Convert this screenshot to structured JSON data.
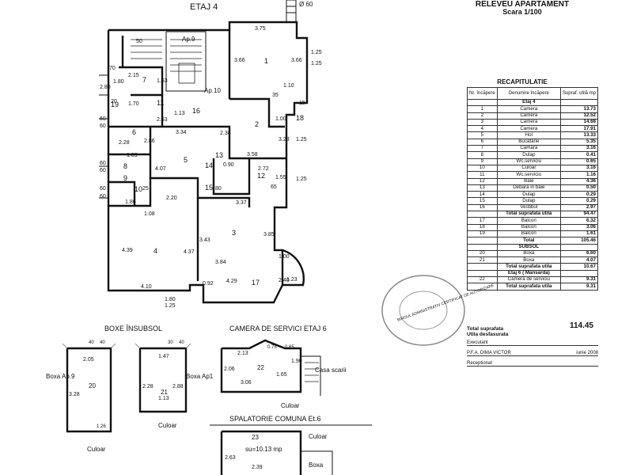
{
  "header": {
    "title": "RELEVEU APARTAMENT",
    "scale": "Scara 1/100"
  },
  "plan": {
    "floor_title": "ETAJ 4",
    "pipe_label": "Ø 60",
    "ap9": "Ap.9",
    "ap10": "Ap.10",
    "room_numbers": [
      "1",
      "2",
      "3",
      "4",
      "5",
      "6",
      "7",
      "8",
      "9",
      "10",
      "11",
      "12",
      "13",
      "14",
      "15",
      "16",
      "17",
      "18",
      "19"
    ],
    "dims": [
      "3.75",
      "3.66",
      "3.66",
      "1.10",
      "1.25",
      "2.80",
      "2.15",
      "1.53",
      "1.80",
      "1.70",
      "2.63",
      "1.13",
      "3.34",
      "2.86",
      "2.28",
      "1.89",
      "4.07",
      "2.38",
      "1.00",
      "3.23",
      "3.58",
      "2.72",
      "1.55",
      "1.25",
      "1.25",
      "1.86",
      "2.20",
      "1.08",
      "3.37",
      "3.43",
      "3.85",
      "4.39",
      "4.37",
      "3.84",
      "4.29",
      "4.10",
      "1.80",
      "1.25",
      "2.40",
      "1.23",
      "1.00",
      "0.92",
      "0.90",
      "60",
      "60",
      "60",
      "60",
      "60",
      "60",
      "70",
      "35",
      "25",
      "65",
      "1.25",
      "15",
      "50",
      "80",
      "20"
    ]
  },
  "boxe": {
    "title": "BOXE ÎNSUBSOL",
    "box20": {
      "label": "Boxa Ap.9",
      "num": "20",
      "dims": [
        "2.05",
        "3.28",
        "40",
        "40",
        "1.26"
      ],
      "corridor": "Culoar"
    },
    "box21": {
      "label": "Boxa Ap1",
      "num": "21",
      "dims": [
        "1.47",
        "2.28",
        "2.88",
        "1.13",
        "30",
        "40"
      ],
      "corridor": "Culoar"
    }
  },
  "camera": {
    "title": "CAMERA DE SERVICI ETAJ 6",
    "num": "22",
    "dims": [
      "2.13",
      "2.06",
      "1.90",
      "3.06",
      "1.65",
      "0.75",
      "0.65"
    ],
    "stairs": "Casa scarii",
    "corridor": "Culoar"
  },
  "spalatorie": {
    "title": "SPALATORIE COMUNA Et.6",
    "num": "23",
    "area": "su=10.13 mp",
    "dims": [
      "2.63",
      "2.39"
    ],
    "corridor": "Culoar",
    "box": "Boxa"
  },
  "recap": {
    "title": "RECAPITULATIE",
    "col_nr": "Nr. încăpere",
    "col_name": "Denumire încăpere",
    "col_area": "Supraf. utilă mp",
    "etaj4": "Etaj 4",
    "rows": [
      {
        "nr": "1",
        "name": "Camera",
        "val": "13.73"
      },
      {
        "nr": "2",
        "name": "Camera",
        "val": "12.52"
      },
      {
        "nr": "3",
        "name": "Camera",
        "val": "14.68"
      },
      {
        "nr": "4",
        "name": "Camera",
        "val": "17.91"
      },
      {
        "nr": "5",
        "name": "Hol",
        "val": "13.33"
      },
      {
        "nr": "6",
        "name": "Bucatarie",
        "val": "5.35"
      },
      {
        "nr": "7",
        "name": "Camara",
        "val": "3.16"
      },
      {
        "nr": "8",
        "name": "Dulap",
        "val": "0.41"
      },
      {
        "nr": "9",
        "name": "Wc.serviciu",
        "val": "0.65"
      },
      {
        "nr": "10",
        "name": "Culoar",
        "val": "3.16"
      },
      {
        "nr": "11",
        "name": "Wc.serviciu",
        "val": "1.16"
      },
      {
        "nr": "12",
        "name": "Baie",
        "val": "4.36"
      },
      {
        "nr": "13",
        "name": "Debara in baie",
        "val": "0.50"
      },
      {
        "nr": "14",
        "name": "Dulap",
        "val": "0.29"
      },
      {
        "nr": "15",
        "name": "Dulap",
        "val": "0.29"
      },
      {
        "nr": "16",
        "name": "Vestibul",
        "val": "2.97"
      }
    ],
    "total1_label": "Total suprafata utila",
    "total1": "94.47",
    "balcony_rows": [
      {
        "nr": "17",
        "name": "Balcon",
        "val": "6.32"
      },
      {
        "nr": "18",
        "name": "Balcon",
        "val": "3.06"
      },
      {
        "nr": "19",
        "name": "Balcon",
        "val": "1.61"
      }
    ],
    "total2_label": "Total",
    "total2": "105.46",
    "subsol": "SUBSOL",
    "subsol_rows": [
      {
        "nr": "20",
        "name": "Boxa",
        "val": "6.60"
      },
      {
        "nr": "21",
        "name": "Boxa",
        "val": "4.07"
      }
    ],
    "total3_label": "Total suprafata utila",
    "total3": "10.67",
    "etaj6": "Etaj 6 ( Mansarda)",
    "etaj6_rows": [
      {
        "nr": "22",
        "name": "Camera de serviciu",
        "val": "9.31"
      }
    ],
    "total4_label": "Total suprafata utila",
    "total4": "9.31",
    "grand_label1": "Total suprafata",
    "grand_label2": "Utila desfasurata",
    "grand": "114.45"
  },
  "footer": {
    "executant_label": "Executant",
    "executant": "P.F.A. DIMA VICTOR",
    "date": "iunie 2008",
    "receptionat_label": "Receptionat"
  },
  "stamp": {
    "text": "BIROUL ADMINISTRATIV CERTIFICAT DE AUTORIZARE"
  }
}
